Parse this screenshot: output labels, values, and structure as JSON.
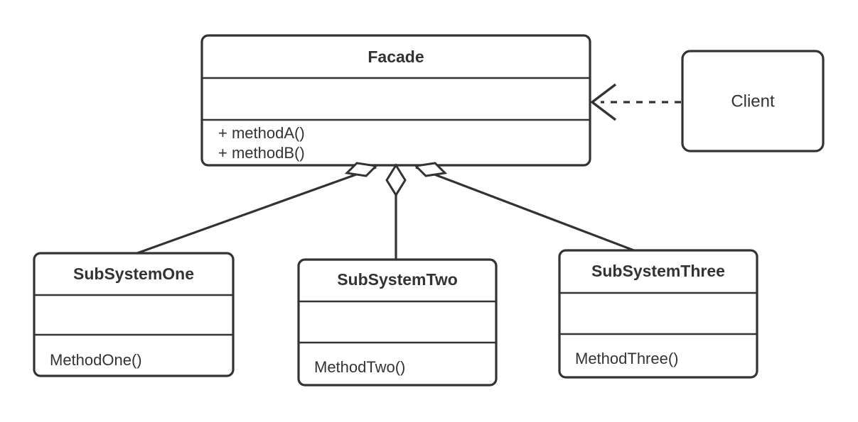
{
  "diagram": {
    "kind": "uml-class-diagram",
    "pattern_name": "Facade",
    "background_color": "#ffffff",
    "stroke_color": "#333333",
    "text_color": "#333333"
  },
  "classes": {
    "facade": {
      "name": "Facade",
      "attributes": [],
      "operations": [
        "+ methodA()",
        "+ methodB()"
      ],
      "op_line_1": "+ methodA()",
      "op_line_2": "+ methodB()"
    },
    "client": {
      "name": "Client"
    },
    "subsystem_one": {
      "name": "SubSystemOne",
      "attributes": [],
      "operations": [
        "MethodOne()"
      ],
      "op_line_1": "MethodOne()"
    },
    "subsystem_two": {
      "name": "SubSystemTwo",
      "attributes": [],
      "operations": [
        "MethodTwo()"
      ],
      "op_line_1": "MethodTwo()"
    },
    "subsystem_three": {
      "name": "SubSystemThree",
      "attributes": [],
      "operations": [
        "MethodThree()"
      ],
      "op_line_1": "MethodThree()"
    }
  },
  "relationships": [
    {
      "id": "client-to-facade",
      "type": "dependency",
      "line_style": "dashed",
      "arrow_head": "open-v",
      "from": "Client",
      "to": "Facade"
    },
    {
      "id": "facade-to-subsystem-one",
      "type": "aggregation",
      "line_style": "solid",
      "arrow_head": "hollow-diamond",
      "from": "Facade",
      "to": "SubSystemOne"
    },
    {
      "id": "facade-to-subsystem-two",
      "type": "aggregation",
      "line_style": "solid",
      "arrow_head": "hollow-diamond",
      "from": "Facade",
      "to": "SubSystemTwo"
    },
    {
      "id": "facade-to-subsystem-three",
      "type": "aggregation",
      "line_style": "solid",
      "arrow_head": "hollow-diamond",
      "from": "Facade",
      "to": "SubSystemThree"
    }
  ]
}
